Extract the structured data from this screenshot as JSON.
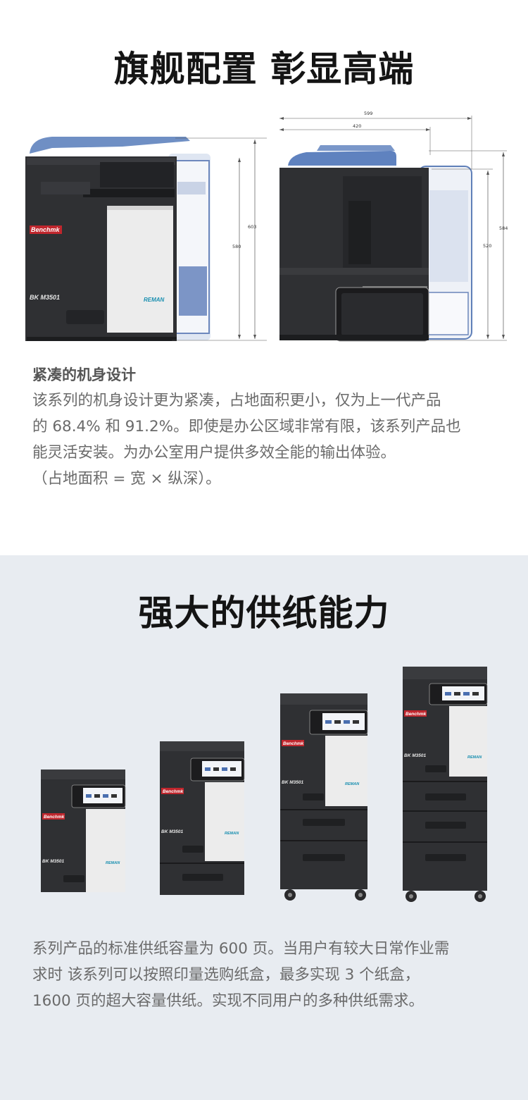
{
  "section1": {
    "title": "旗舰配置 彰显高端",
    "subtitle": "紧凑的机身设计",
    "paragraph_lines": [
      "该系列的机身设计更为紧凑，占地面积更小，仅为上一代产品",
      "的 68.4% 和 91.2%。即使是办公区域非常有限，该系列产品也",
      "能灵活安装。为办公室用户提供多效全能的输出体验。",
      "（占地面积 = 宽 × 纵深）。"
    ],
    "front_view": {
      "brand": "Benchmk",
      "model": "BK M3501",
      "badge": "REMAN",
      "height_outer": "603",
      "height_inner": "580"
    },
    "side_view": {
      "width_outer": "599",
      "width_inner": "420",
      "height_outer": "584",
      "height_inner": "520"
    }
  },
  "section2": {
    "title": "强大的供纸能力",
    "paragraph_lines": [
      "系列产品的标准供纸容量为 600 页。当用户有较大日常作业需",
      "求时 该系列可以按照印量选购纸盒，最多实现 3 个纸盒，",
      "1600 页的超大容量供纸。实现不同用户的多种供纸需求。"
    ],
    "machines": [
      {
        "brand": "Benchmk",
        "model": "BK M3501",
        "badge": "REMAN"
      },
      {
        "brand": "Benchmk",
        "model": "BK M3501",
        "badge": "REMAN"
      },
      {
        "brand": "Benchmk",
        "model": "BK M3501",
        "badge": "REMAN"
      },
      {
        "brand": "Benchmk",
        "model": "BK M3501",
        "badge": "REMAN"
      }
    ]
  },
  "colors": {
    "machine_dark": "#2f3033",
    "panel_light": "#ececec",
    "accent_blue": "#4a6fb0",
    "section2_bg": "#e8ecf1"
  }
}
